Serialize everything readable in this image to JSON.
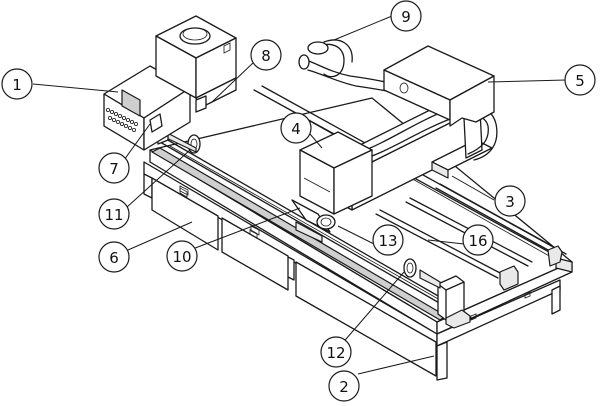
{
  "callouts": [
    {
      "id": "c1",
      "label": "1"
    },
    {
      "id": "c2",
      "label": "2"
    },
    {
      "id": "c3",
      "label": "3"
    },
    {
      "id": "c4",
      "label": "4"
    },
    {
      "id": "c5",
      "label": "5"
    },
    {
      "id": "c6",
      "label": "6"
    },
    {
      "id": "c7",
      "label": "7"
    },
    {
      "id": "c8",
      "label": "8"
    },
    {
      "id": "c9",
      "label": "9"
    },
    {
      "id": "c10",
      "label": "10"
    },
    {
      "id": "c11",
      "label": "11"
    },
    {
      "id": "c12",
      "label": "12"
    },
    {
      "id": "c13",
      "label": "13"
    },
    {
      "id": "c16",
      "label": "16"
    }
  ]
}
